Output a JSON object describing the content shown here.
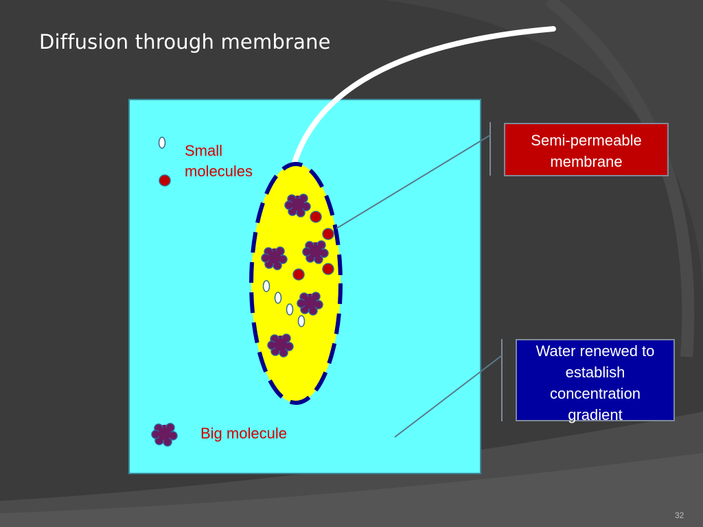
{
  "slide": {
    "title": "Diffusion through membrane",
    "page_number": "32"
  },
  "labels": {
    "small_molecules": "Small\nmolecules",
    "big_molecule": "Big molecule"
  },
  "callouts": {
    "semi_permeable": "Semi-permeable\nmembrane",
    "water_renewed": "Water renewed to\nestablish\nconcentration\ngradient"
  },
  "colors": {
    "background": "#3b3b3b",
    "water": "#66ffff",
    "membrane_fill": "#ffff00",
    "membrane_border": "#00008b",
    "small_molecule_red": "#c00000",
    "big_molecule": "#6a1a5e",
    "semi_box": "#c00000",
    "water_box": "#0000a0",
    "label_text": "#d40000"
  }
}
